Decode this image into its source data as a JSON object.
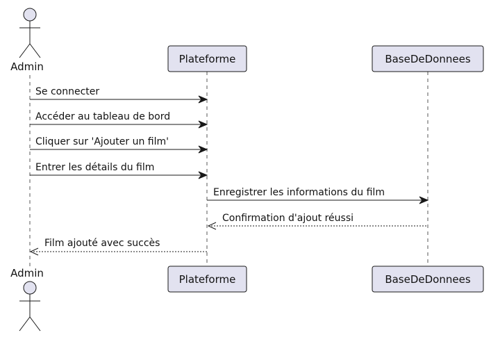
{
  "participants": {
    "admin": {
      "label": "Admin"
    },
    "plateforme": {
      "label": "Plateforme"
    },
    "base": {
      "label": "BaseDeDonnees"
    }
  },
  "messages": [
    {
      "label": "Se connecter",
      "from": "admin",
      "to": "plateforme",
      "style": "solid"
    },
    {
      "label": "Accéder au tableau de bord",
      "from": "admin",
      "to": "plateforme",
      "style": "solid"
    },
    {
      "label": "Cliquer sur 'Ajouter un film'",
      "from": "admin",
      "to": "plateforme",
      "style": "solid"
    },
    {
      "label": "Entrer les détails du film",
      "from": "admin",
      "to": "plateforme",
      "style": "solid"
    },
    {
      "label": "Enregistrer les informations du film",
      "from": "plateforme",
      "to": "base",
      "style": "solid"
    },
    {
      "label": "Confirmation d'ajout réussi",
      "from": "base",
      "to": "plateforme",
      "style": "dashed"
    },
    {
      "label": "Film ajouté avec succès",
      "from": "plateforme",
      "to": "admin",
      "style": "dashed"
    }
  ],
  "colors": {
    "participant_fill": "#e2e2f0",
    "stroke": "#181818"
  }
}
